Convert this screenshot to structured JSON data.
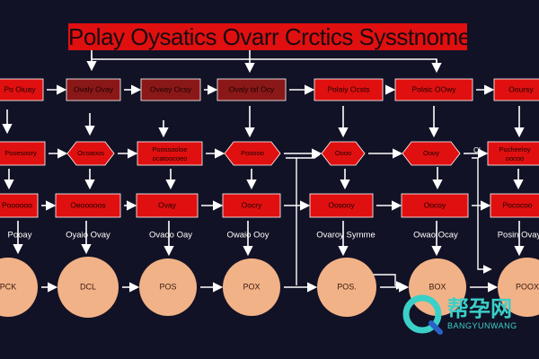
{
  "title": "Polay Oysatics Ovarr Crctics Sysstnome",
  "colors": {
    "background": "#121226",
    "box_red": "#e01010",
    "box_dark_red": "#8a1818",
    "circle_fill": "#f2b287",
    "arrow": "#ffffff"
  },
  "row1": [
    "Po Oiuay",
    "Ovaly Ovay",
    "Oveay Ocsy",
    "Ovaly tsf Ocy",
    "Polaiy Ocsts",
    "Polaic OOwy",
    "Ooursy"
  ],
  "row2": [
    "Posesoory",
    "Ocoaoos",
    "Poossooloe ocatoocoeo",
    "Pooooo",
    "Oooo",
    "Oooy",
    "Pocheeloy oocoo"
  ],
  "row2_extra": "CI",
  "row3": [
    "Poooooo",
    "Oeooooos",
    "Ovay",
    "Oocry",
    "Oosooy",
    "Oocoy",
    "Pococoo"
  ],
  "row4": [
    "Pooay",
    "Oyaio Ovay",
    "Ovaoo Oay",
    "Owaio Ooy",
    "Ovaroy Symme",
    "Owao Ocay",
    "Posin Ovay"
  ],
  "row5": [
    "PCK",
    "DCL",
    "POS",
    "POX",
    "POS.",
    "BOX",
    "POOX"
  ],
  "watermark": {
    "main": "帮孕网",
    "sub": "BANGYUNWANG"
  }
}
